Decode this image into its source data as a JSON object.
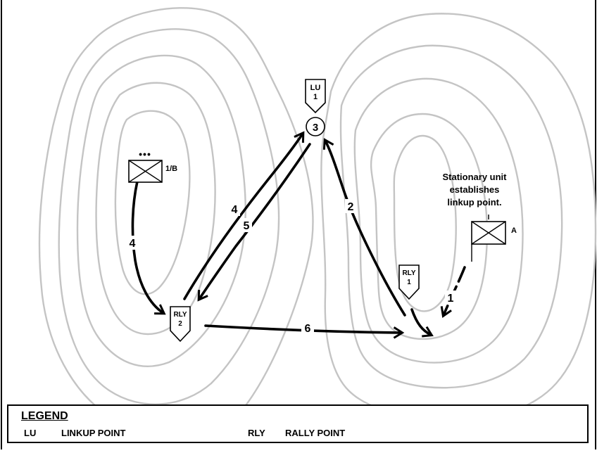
{
  "diagram": {
    "linkup_symbol": {
      "abbr": "LU",
      "number": "1"
    },
    "linkup_point_number": "3",
    "rally_point_1": {
      "abbr": "RLY",
      "number": "1"
    },
    "rally_point_2": {
      "abbr": "RLY",
      "number": "2"
    },
    "unit_moving": {
      "label": "1/B",
      "echelon": "•••"
    },
    "unit_stationary": {
      "label": "A",
      "echelon": "I"
    },
    "note": [
      "Stationary unit",
      "establishes",
      "linkup point."
    ],
    "route_labels": {
      "r1": "1",
      "r2": "2",
      "r4_left": "4",
      "r4_center": "4",
      "r5": "5",
      "r6": "6"
    }
  },
  "legend": {
    "title": "LEGEND",
    "items": [
      {
        "abbr": "LU",
        "text": "LINKUP POINT"
      },
      {
        "abbr": "RLY",
        "text": "RALLY POINT"
      }
    ]
  }
}
